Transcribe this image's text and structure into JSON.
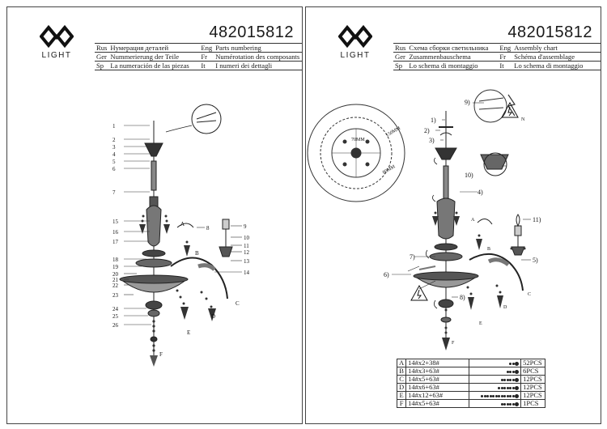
{
  "brand": {
    "name": "LIGHT"
  },
  "left": {
    "code": "482015812",
    "languages": [
      {
        "code": "Rus",
        "text": "Нумерация деталей",
        "code2": "Eng",
        "text2": "Parts numbering"
      },
      {
        "code": "Ger",
        "text": "Nummerierung der Teile",
        "code2": "Fr",
        "text2": "Numérotation des composants"
      },
      {
        "code": "Sp",
        "text": "La numeración de las piezas",
        "code2": "It",
        "text2": "I numeri dei dettagli"
      }
    ],
    "numbers": [
      "1",
      "2",
      "3",
      "4",
      "5",
      "6",
      "7",
      "15",
      "16",
      "17",
      "18",
      "19",
      "20",
      "21",
      "22",
      "23",
      "24",
      "25",
      "26",
      "8",
      "9",
      "10",
      "11",
      "12",
      "13",
      "14"
    ],
    "letters": [
      "A",
      "B",
      "C",
      "D",
      "E",
      "F"
    ]
  },
  "right": {
    "code": "482015812",
    "languages": [
      {
        "code": "Rus",
        "text": "Схема сборки светильника",
        "code2": "Eng",
        "text2": "Assembly chart"
      },
      {
        "code": "Ger",
        "text": "Zusammenbauschema",
        "code2": "Fr",
        "text2": "Schéma d'assemblage"
      },
      {
        "code": "Sp",
        "text": "Lo schema di montaggio",
        "code2": "It",
        "text2": "Lo schema di montaggio"
      }
    ],
    "steps": [
      "1)",
      "2)",
      "3)",
      "4)",
      "5)",
      "6)",
      "7)",
      "8)",
      "9)",
      "10)",
      "11)"
    ],
    "letters": [
      "A",
      "B",
      "C",
      "D",
      "E",
      "F"
    ],
    "dims": [
      "70MM",
      "150MM",
      "80MM"
    ],
    "wire_label": "N",
    "parts": [
      {
        "letter": "A",
        "code": "14#x2+38#",
        "beads": 3,
        "qty": "52PCS"
      },
      {
        "letter": "B",
        "code": "14#x3+63#",
        "beads": 4,
        "qty": "6PCS"
      },
      {
        "letter": "C",
        "code": "14#x5+63#",
        "beads": 6,
        "qty": "12PCS"
      },
      {
        "letter": "D",
        "code": "14#x6+63#",
        "beads": 7,
        "qty": "12PCS"
      },
      {
        "letter": "E",
        "code": "14#x12+63#",
        "beads": 13,
        "qty": "12PCS"
      },
      {
        "letter": "F",
        "code": "14#x5+63#",
        "beads": 6,
        "qty": "1PCS"
      }
    ]
  }
}
